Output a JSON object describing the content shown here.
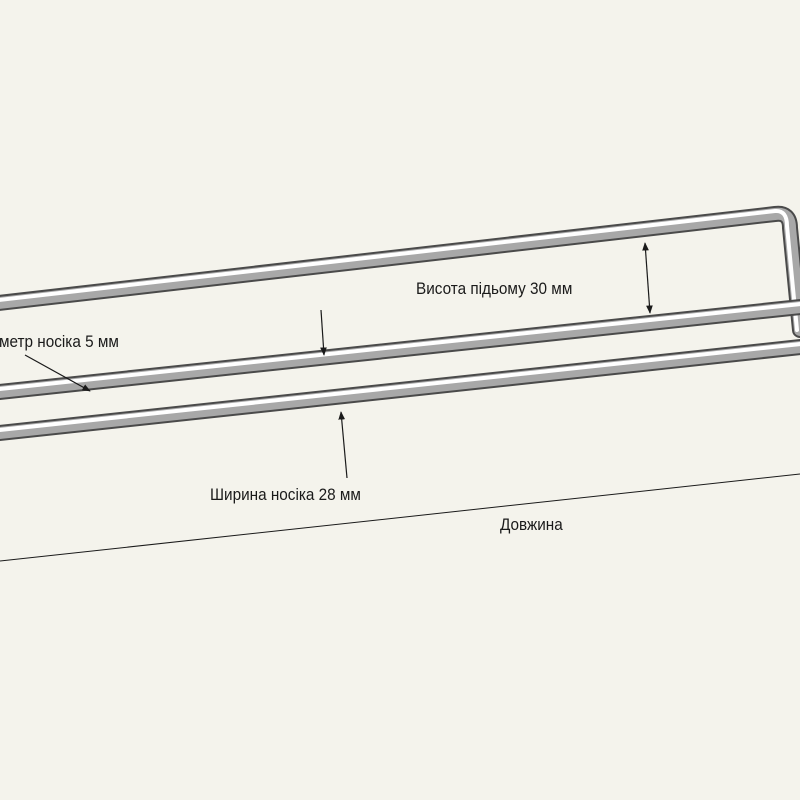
{
  "labels": {
    "lift_height": "Висота підьому 30 мм",
    "spout_diameter": "метр носіка 5 мм",
    "spout_width": "Ширина носіка 28 мм",
    "length": "Довжина"
  },
  "colors": {
    "background": "#f4f3ec",
    "rod_dark": "#4a4a4a",
    "rod_mid": "#a8a8a8",
    "rod_highlight": "#ffffff",
    "annotation": "#1a1a1a"
  }
}
